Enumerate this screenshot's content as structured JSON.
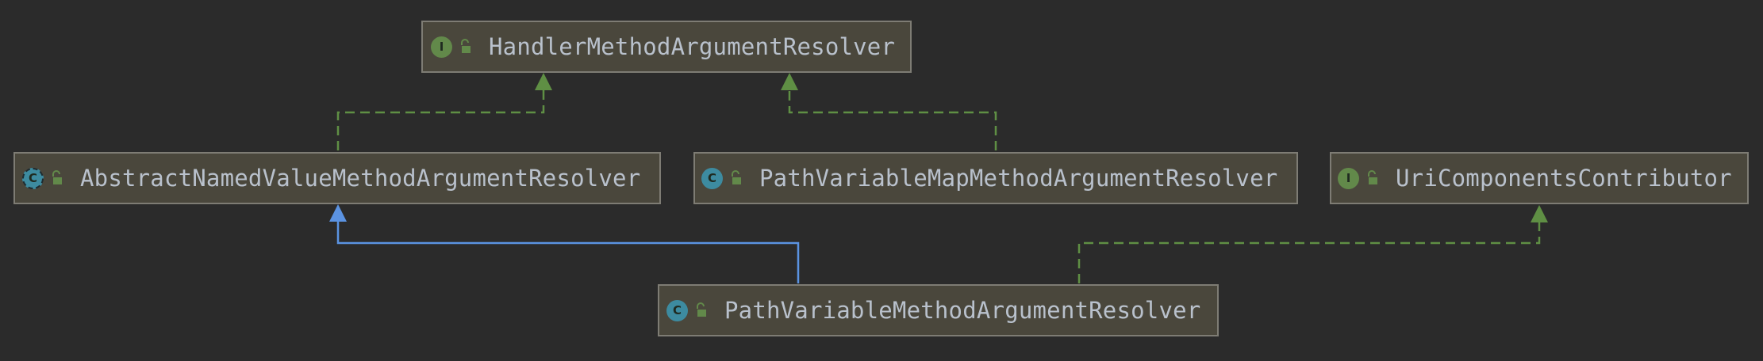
{
  "diagram": {
    "background": "#2b2b2b",
    "colors": {
      "implements_edge": "#5f8f44",
      "extends_edge": "#5b93e2",
      "interface_badge": "#62894a",
      "class_badge": "#3d8ba0"
    },
    "nodes": [
      {
        "id": "handler",
        "label": "HandlerMethodArgumentResolver",
        "kind": "interface",
        "kind_letter": "I",
        "icon": "interface-icon"
      },
      {
        "id": "abstractnamed",
        "label": "AbstractNamedValueMethodArgumentResolver",
        "kind": "abstract-class",
        "kind_letter": "C",
        "icon": "abstract-class-icon"
      },
      {
        "id": "pathvarmap",
        "label": "PathVariableMapMethodArgumentResolver",
        "kind": "class",
        "kind_letter": "C",
        "icon": "class-icon"
      },
      {
        "id": "uricontrib",
        "label": "UriComponentsContributor",
        "kind": "interface",
        "kind_letter": "I",
        "icon": "interface-icon"
      },
      {
        "id": "pathvar",
        "label": "PathVariableMethodArgumentResolver",
        "kind": "class",
        "kind_letter": "C",
        "icon": "class-icon"
      }
    ],
    "edges": [
      {
        "from": "abstractnamed",
        "to": "handler",
        "type": "implements"
      },
      {
        "from": "pathvarmap",
        "to": "handler",
        "type": "implements"
      },
      {
        "from": "pathvar",
        "to": "abstractnamed",
        "type": "extends"
      },
      {
        "from": "pathvar",
        "to": "uricontrib",
        "type": "implements"
      }
    ]
  }
}
